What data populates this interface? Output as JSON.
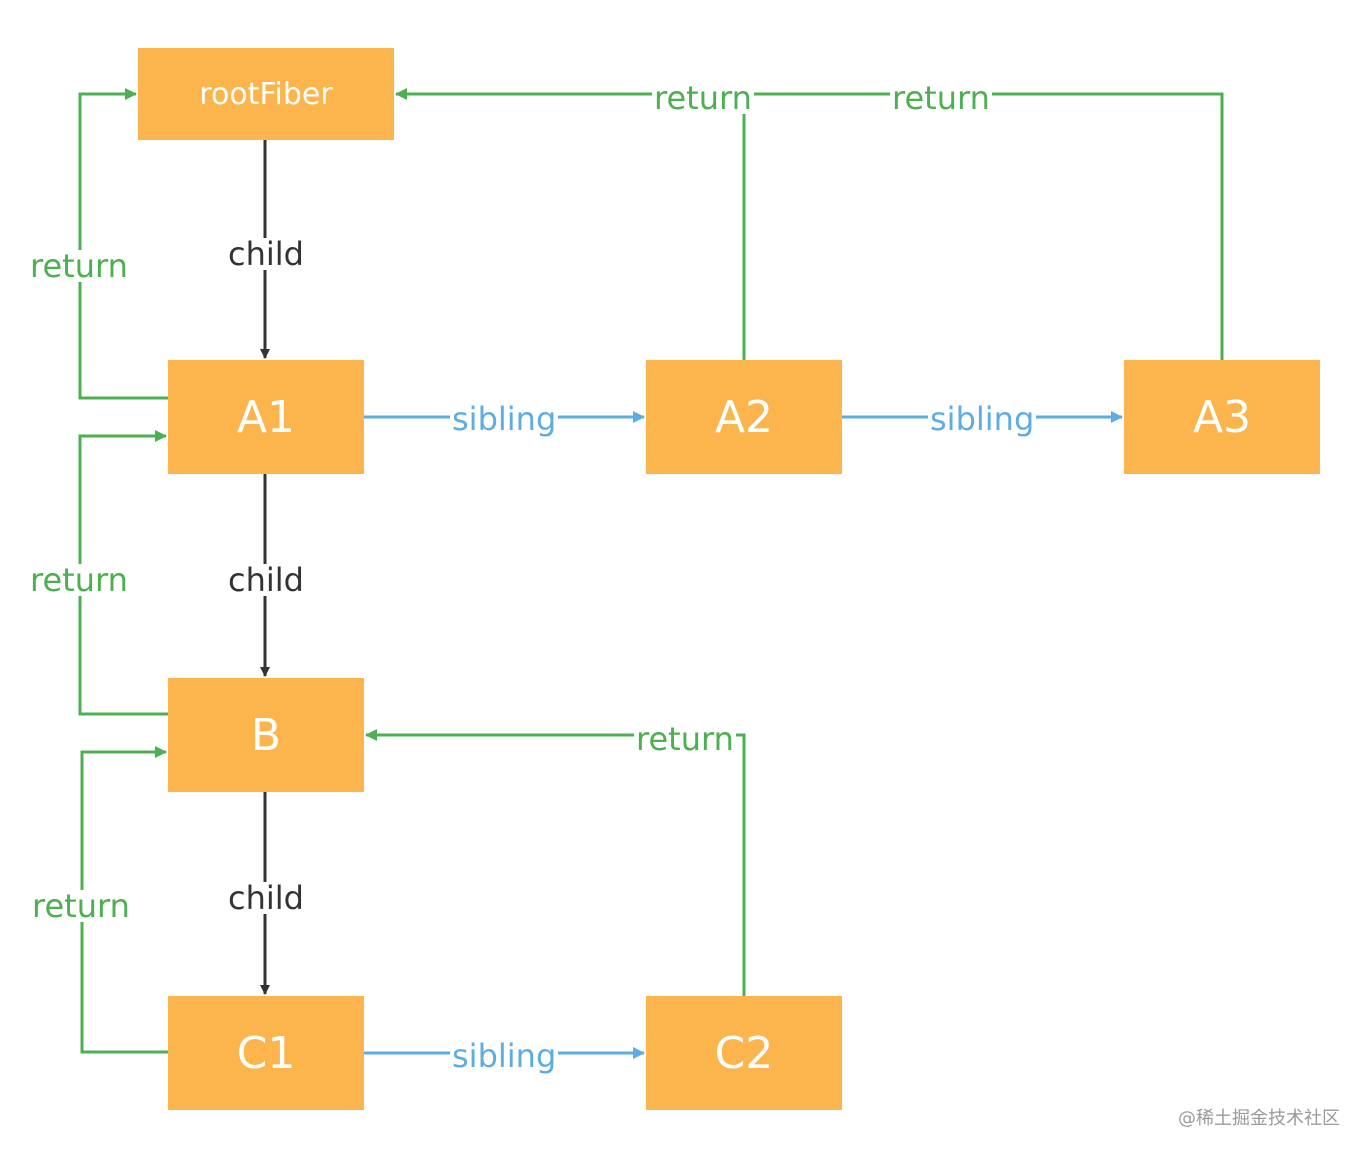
{
  "diagram": {
    "nodes": {
      "root": "rootFiber",
      "a1": "A1",
      "a2": "A2",
      "a3": "A3",
      "b": "B",
      "c1": "C1",
      "c2": "C2"
    },
    "edge_labels": {
      "child": "child",
      "return": "return",
      "sibling": "sibling"
    },
    "colors": {
      "node_fill": "#fbb54c",
      "node_text": "#ffffff",
      "child_edge": "#333333",
      "return_edge": "#4caf50",
      "sibling_edge": "#5dade2"
    }
  },
  "watermark": "@稀土掘金技术社区"
}
